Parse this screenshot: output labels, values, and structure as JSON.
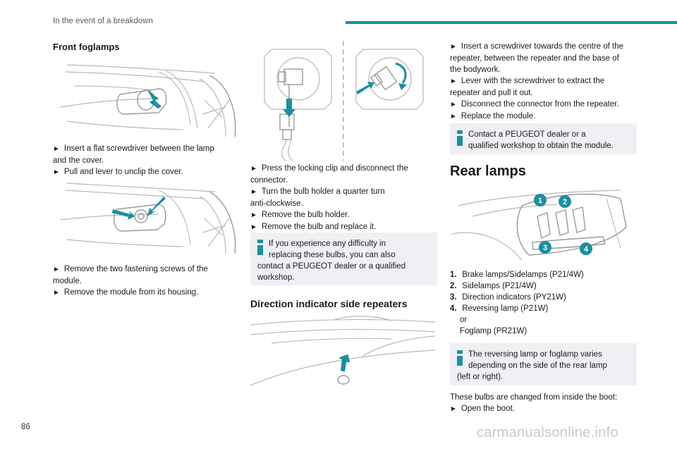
{
  "header": {
    "section": "In the event of a breakdown"
  },
  "page_number": "86",
  "watermark": "carmanualsonline.info",
  "colors": {
    "accent": "#1b8fa3",
    "note_bg": "#eef0f3"
  },
  "col1": {
    "title": "Front foglamps",
    "step1": [
      "Insert a flat screwdriver between the lamp",
      "and the cover.",
      "Pull and lever to unclip the cover."
    ],
    "step2": [
      "Remove the two fastening screws of the",
      "module.",
      "Remove the module from its housing."
    ]
  },
  "col2": {
    "steps": [
      "Press the locking clip and disconnect the",
      "connector.",
      "Turn the bulb holder a quarter turn",
      "anti-clockwise.",
      "Remove the bulb holder.",
      "Remove the bulb and replace it."
    ],
    "note": [
      "If you experience any difficulty in",
      "replacing these bulbs, you can also",
      "contact a PEUGEOT dealer or a qualified",
      "workshop."
    ],
    "section_title": "Direction indicator side repeaters"
  },
  "col3": {
    "steps": [
      "Insert a screwdriver towards the centre of the",
      "repeater, between the repeater and the base of",
      "the bodywork.",
      "Lever with the screwdriver to extract the",
      "repeater and pull it out.",
      "Disconnect the connector from the repeater.",
      "Replace the module."
    ],
    "note": [
      "Contact a PEUGEOT dealer or a",
      "qualified workshop to obtain the module."
    ],
    "section_title": "Rear lamps",
    "callouts": [
      "1",
      "2",
      "3",
      "4"
    ],
    "legend": [
      {
        "num": "1.",
        "text": "Brake lamps/Sidelamps (P21/4W)"
      },
      {
        "num": "2.",
        "text": "Sidelamps (P21/4W)"
      },
      {
        "num": "3.",
        "text": "Direction indicators (PY21W)"
      },
      {
        "num": "4.",
        "text": "Reversing lamp (P21W)",
        "or": "or",
        "alt": "Foglamp (PR21W)"
      }
    ],
    "note2": [
      "The reversing lamp or foglamp varies",
      "depending on the side of the rear lamp",
      "(left or right)."
    ],
    "outro": [
      "These bulbs are changed from inside the boot:",
      "Open the boot."
    ]
  },
  "symbols": {
    "arrow": "►"
  }
}
